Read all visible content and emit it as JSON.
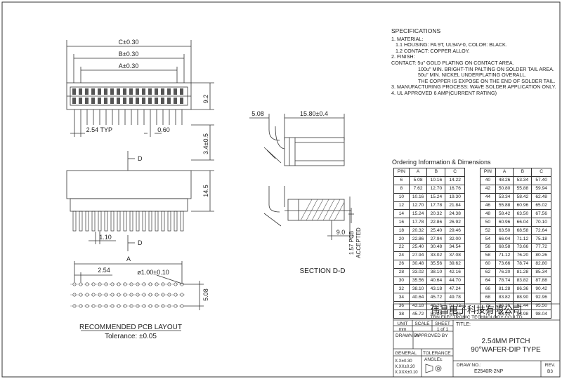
{
  "drawing": {
    "dims": {
      "c": "C±0.30",
      "b": "B±0.30",
      "a": "A±0.30",
      "h92": "9.2",
      "pitch_typ": "2.54 TYP",
      "pin_w": "0.60",
      "tail": "3.4±0.5",
      "d_mark_1": "D",
      "d_mark_2": "D",
      "h145": "14.5",
      "w110": "1.10",
      "w508": "5.08",
      "w158": "15.80±0.4",
      "w90": "9.0",
      "accepted": "ACCEPTED",
      "pcb": "1.57 PCB",
      "section": "SECTION D-D",
      "pcb_a": "A",
      "pcb_pitch": "2.54",
      "hole": "ø1.00±0.10",
      "pcb_h": "5.08",
      "pcb_title": "RECOMMENDED PCB LAYOUT",
      "tolerance": "Tolerance: ±0.05"
    }
  },
  "specifications": {
    "title": "SPECIFICATIONS",
    "lines": [
      "1. MATERIAL:",
      "   1.1 HOUSING: PA 9T, UL94V-0, COLOR: BLACK.",
      "   1.2 CONTACT: COPPER ALLOY.",
      "2. FINISH:",
      "CONTACT: 5u\" GOLD PLATING ON CONTACT AREA.",
      "              100u\" MIN. BRIGHT-TIN PALTING ON SOLDER TAIL AREA.",
      "              50u\" MIN. NICKEL UNDERPLATING OVERALL.",
      "              THE COPPER IS EXPOSE ON THE END OF SOLDER TAIL.",
      "3. MANUFACTURING PROCESS: WAVE SOLDER APPLICATION ONLY.",
      "4. UL APPROVED 6 AMP(CURRENT RATING)"
    ]
  },
  "ordering": {
    "title": "Ordering Information & Dimensions",
    "headers": [
      "PIN",
      "A",
      "B",
      "C"
    ],
    "left_rows": [
      [
        "6",
        "5.08",
        "10.16",
        "14.22"
      ],
      [
        "8",
        "7.62",
        "12.70",
        "16.76"
      ],
      [
        "10",
        "10.16",
        "15.24",
        "19.30"
      ],
      [
        "12",
        "12.70",
        "17.78",
        "21.84"
      ],
      [
        "14",
        "15.24",
        "20.32",
        "24.38"
      ],
      [
        "16",
        "17.78",
        "22.86",
        "26.92"
      ],
      [
        "18",
        "20.32",
        "25.40",
        "29.46"
      ],
      [
        "20",
        "22.86",
        "27.94",
        "32.00"
      ],
      [
        "22",
        "25.40",
        "30.48",
        "34.54"
      ],
      [
        "24",
        "27.94",
        "33.02",
        "37.08"
      ],
      [
        "26",
        "30.48",
        "35.56",
        "39.62"
      ],
      [
        "28",
        "33.02",
        "38.10",
        "42.16"
      ],
      [
        "30",
        "35.56",
        "40.64",
        "44.70"
      ],
      [
        "32",
        "38.10",
        "43.18",
        "47.24"
      ],
      [
        "34",
        "40.64",
        "45.72",
        "49.78"
      ],
      [
        "36",
        "43.18",
        "48.26",
        "52.32"
      ],
      [
        "38",
        "45.72",
        "50.80",
        "54.86"
      ]
    ],
    "right_rows": [
      [
        "40",
        "48.26",
        "53.34",
        "57.40"
      ],
      [
        "42",
        "50.80",
        "55.88",
        "59.94"
      ],
      [
        "44",
        "53.34",
        "58.42",
        "62.48"
      ],
      [
        "46",
        "55.88",
        "60.96",
        "65.02"
      ],
      [
        "48",
        "58.42",
        "63.50",
        "67.56"
      ],
      [
        "50",
        "60.96",
        "66.04",
        "70.10"
      ],
      [
        "52",
        "63.50",
        "68.58",
        "72.64"
      ],
      [
        "54",
        "66.04",
        "71.12",
        "75.18"
      ],
      [
        "56",
        "68.58",
        "73.66",
        "77.72"
      ],
      [
        "58",
        "71.12",
        "76.20",
        "80.26"
      ],
      [
        "60",
        "73.66",
        "78.74",
        "82.80"
      ],
      [
        "62",
        "76.20",
        "81.28",
        "85.34"
      ],
      [
        "64",
        "78.74",
        "83.82",
        "87.88"
      ],
      [
        "66",
        "81.28",
        "86.36",
        "90.42"
      ],
      [
        "68",
        "83.82",
        "88.90",
        "92.96"
      ],
      [
        "70",
        "86.36",
        "91.44",
        "95.50"
      ],
      [
        "72",
        "88.90",
        "93.98",
        "98.04"
      ]
    ]
  },
  "title_block": {
    "company_cn": "伟昌电子科技有限公司",
    "company_en": "TRN ELECTRONIC TECHNOLOGY CO.,LTD",
    "unit_label": "UNIT",
    "unit_value": "mm",
    "scale_label": "SCALE",
    "sheet_label": "SHEET",
    "sheet_value": "1 of 1",
    "title_label": "TITLE:",
    "title_line1": "2.54MM PITCH",
    "title_line2": "90°WAFER-DIP TYPE",
    "drawn_by": "DRAWN BY",
    "approved_by": "APPROVED BY",
    "general": "GENERAL",
    "tolerance": "TOLERANCE",
    "tol_1": "X.X±0.30",
    "tol_2": "X.XX±0.20",
    "tol_3": "X.XXX±0.10",
    "angle": "ANGLE±",
    "draw_no_label": "DRAW NO.:",
    "draw_no": "E2540R-2NP",
    "rev_label": "REV.",
    "rev_value": "B3"
  }
}
